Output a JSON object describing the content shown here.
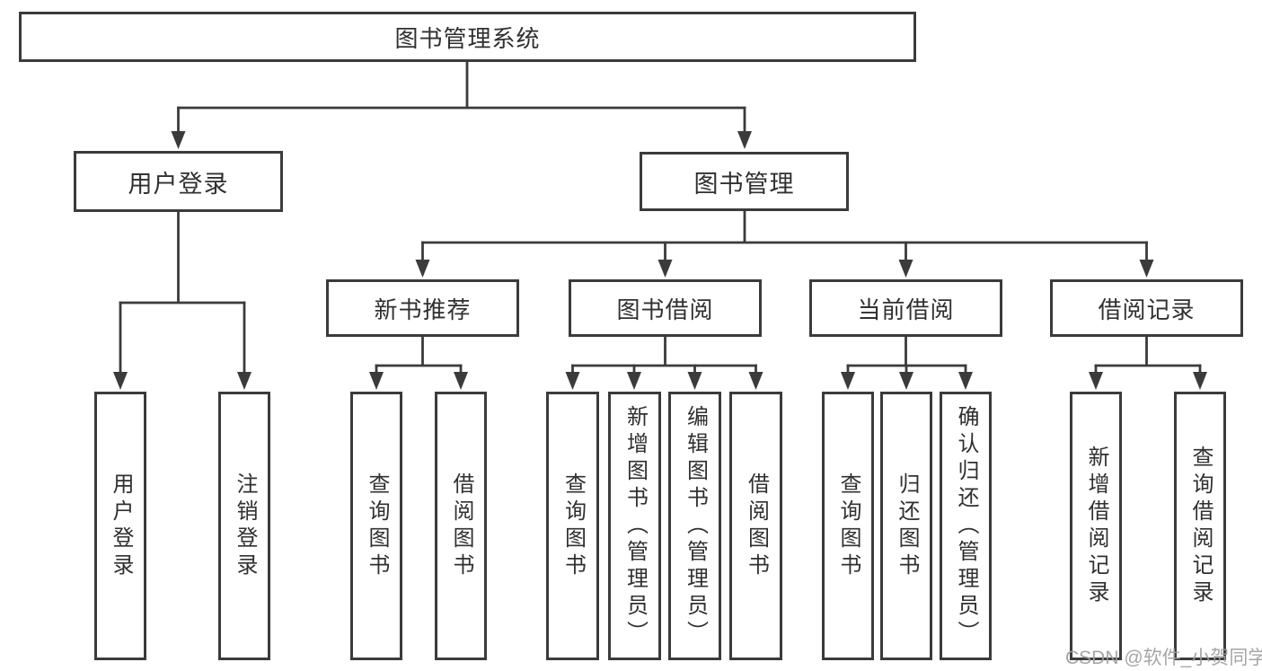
{
  "diagram": {
    "title": "图书管理系统",
    "level2": {
      "user_login": "用户登录",
      "book_mgmt": "图书管理"
    },
    "level3": {
      "new_books": "新书推荐",
      "borrowing": "图书借阅",
      "current": "当前借阅",
      "records": "借阅记录"
    },
    "leaves": {
      "user_login": [
        "用户登录",
        "注销登录"
      ],
      "new_books": [
        "查询图书",
        "借阅图书"
      ],
      "borrowing": [
        "查询图书",
        "新增图书（管理员）",
        "编辑图书（管理员）",
        "借阅图书"
      ],
      "current": [
        "查询图书",
        "归还图书",
        "确认归还（管理员）"
      ],
      "records": [
        "新增借阅记录",
        "查询借阅记录"
      ]
    },
    "colors": {
      "line": "#3b3b3b",
      "text": "#303030",
      "background": "#ffffff",
      "watermark": "#9e9e9e"
    },
    "watermark": "CSDN @软件_小贺同学"
  }
}
